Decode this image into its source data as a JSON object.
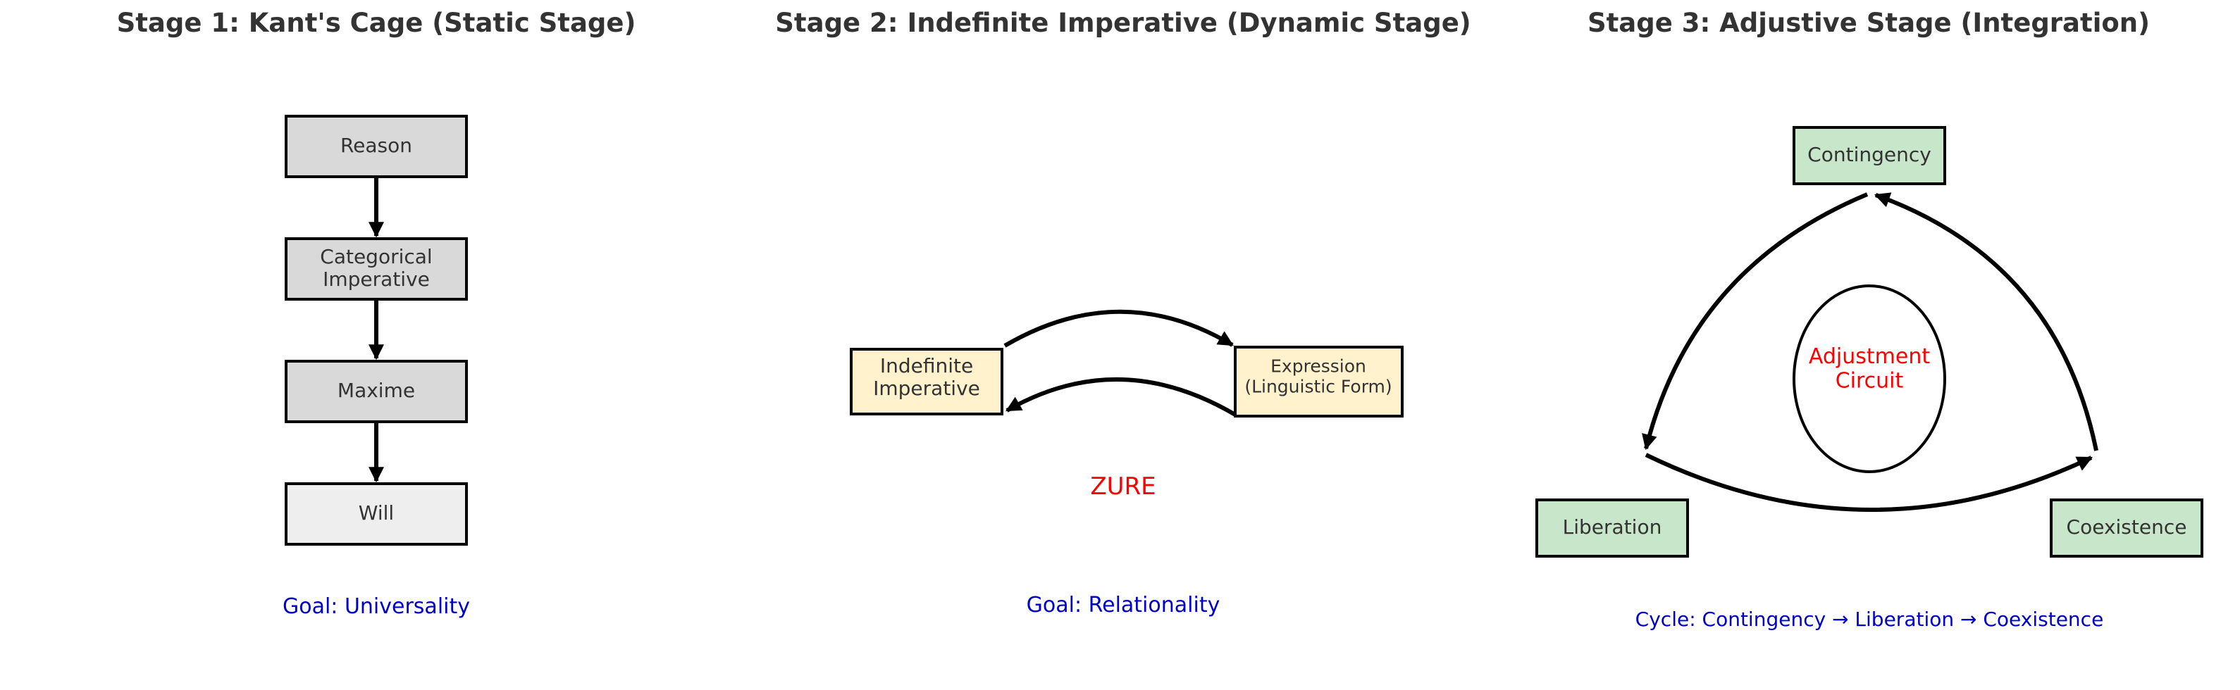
{
  "stage1": {
    "title": "Stage 1: Kant's Cage (Static Stage)",
    "boxes": [
      {
        "lines": [
          "Reason"
        ]
      },
      {
        "lines": [
          "Categorical",
          "Imperative"
        ]
      },
      {
        "lines": [
          "Maxime"
        ]
      },
      {
        "lines": [
          "Will"
        ]
      }
    ],
    "goal": "Goal: Universality"
  },
  "stage2": {
    "title": "Stage 2: Indefinite Imperative (Dynamic Stage)",
    "left_box": {
      "lines": [
        "Indefinite",
        "Imperative"
      ]
    },
    "right_box": {
      "lines": [
        "Expression",
        "(Linguistic Form)"
      ]
    },
    "zure": "ZURE",
    "goal": "Goal: Relationality"
  },
  "stage3": {
    "title": "Stage 3: Adjustive Stage (Integration)",
    "top_box": {
      "lines": [
        "Contingency"
      ]
    },
    "left_box": {
      "lines": [
        "Liberation"
      ]
    },
    "right_box": {
      "lines": [
        "Coexistence"
      ]
    },
    "center": {
      "lines": [
        "Adjustment",
        "Circuit"
      ]
    },
    "cycle": "Cycle: Contingency → Liberation → Coexistence"
  },
  "colors": {
    "title": "#333333",
    "text": "#333333",
    "goal_blue": "#0000cc",
    "red": "#ff0000",
    "gray_box": "#d9d9d9",
    "light_gray_box": "#eeeeee",
    "yellow_box": "#fff2cc",
    "green_box": "#c8e6c9",
    "stroke": "#000000"
  }
}
